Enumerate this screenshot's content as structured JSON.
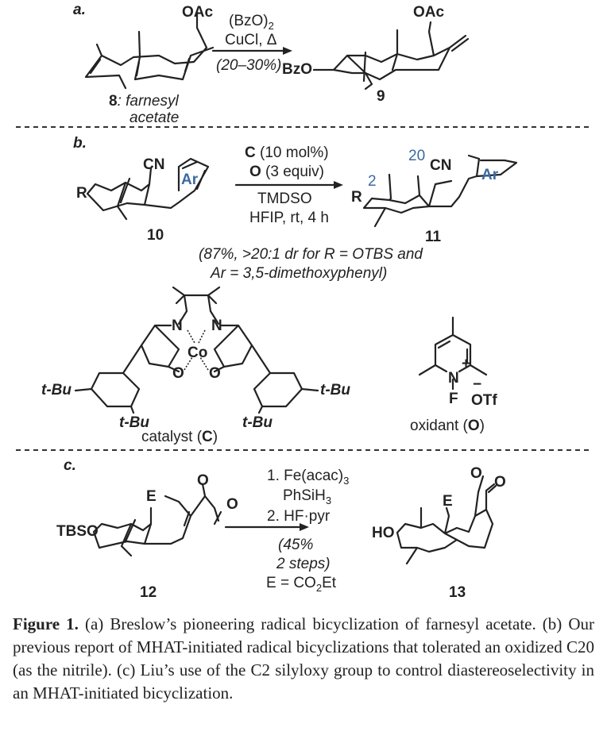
{
  "panel_a": {
    "label": "a.",
    "sm_substituent": "OAc",
    "sm_number": "8",
    "sm_name_1": ": farnesyl",
    "sm_name_2": "acetate",
    "reagent_1": "(BzO)",
    "reagent_1_sub": "2",
    "reagent_2": "CuCl, Δ",
    "yield": "(20–30%)",
    "product_oac": "OAc",
    "product_bzo": "BzO",
    "product_number": "9"
  },
  "panel_b": {
    "label": "b.",
    "sm_cn": "CN",
    "sm_ar": "Ar",
    "sm_r": "R",
    "sm_number": "10",
    "cond_1_bold": "C",
    "cond_1": " (10 mol%)",
    "cond_2_bold": "O",
    "cond_2": " (3 equiv)",
    "cond_3": "TMDSO",
    "cond_4": "HFIP, rt, 4 h",
    "prod_c20": "20",
    "prod_cn": "CN",
    "prod_ar": "Ar",
    "prod_c2": "2",
    "prod_r": "R",
    "product_number": "11",
    "note_1": "(87%, >20:1 dr for R = OTBS and",
    "note_2": "Ar = 3,5-dimethoxyphenyl)",
    "catalyst": {
      "n1": "N",
      "n2": "N",
      "co": "Co",
      "o1": "O",
      "o2": "O",
      "tbu": "t-Bu",
      "tbu_suffix": "-Bu",
      "label": "catalyst (",
      "label_bold": "C",
      "label_end": ")"
    },
    "oxidant": {
      "n": "N",
      "plus": "+",
      "f": "F",
      "otf": "OTf",
      "minus": "−",
      "label": "oxidant (",
      "label_bold": "O",
      "label_end": ")"
    }
  },
  "panel_c": {
    "label": "c.",
    "sm_e": "E",
    "sm_o": "O",
    "sm_co": "O",
    "sm_tbso": "TBSO",
    "sm_number": "12",
    "cond_1": "1. Fe(acac)",
    "cond_1_sub": "3",
    "cond_2": "PhSiH",
    "cond_2_sub": "3",
    "cond_3": "2. HF·pyr",
    "yield_1": "(45%",
    "yield_2": "2 steps)",
    "e_def": "E = CO",
    "e_def_sub": "2",
    "e_def_end": "Et",
    "prod_e": "E",
    "prod_o": "O",
    "prod_co": "O",
    "prod_ho": "HO",
    "product_number": "13"
  },
  "caption": {
    "label": "Figure 1.",
    "text": " (a) Breslow’s pioneering radical bicyclization of farnesyl acetate. (b) Our previous report of MHAT-initiated radical bicyclizations that tolerated an oxidized C20 (as the nitrile). (c) Liu’s use of the C2 silyloxy group to control diastereoselectivity in an MHAT-initiated bicyclization."
  }
}
